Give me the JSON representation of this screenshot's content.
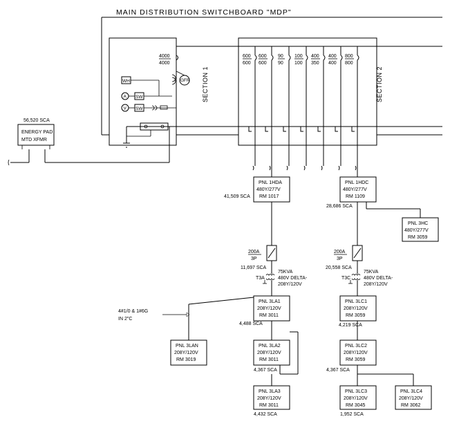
{
  "title": "MAIN DISTRIBUTION SWITCHBOARD \"MDP\"",
  "section1_label": "SECTION 1",
  "section2_label": "SECTION 2",
  "main_breaker": {
    "top": "4000",
    "bottom": "4000"
  },
  "gfr": "GFR",
  "meters": {
    "wh": "WH",
    "a": "A",
    "v": "V",
    "sw": "SW"
  },
  "transformer": {
    "sca": "56,520 SCA",
    "line1": "ENERGY PAD",
    "line2": "MTD XFMR"
  },
  "feeder_breakers": [
    {
      "top": "600",
      "bottom": "600"
    },
    {
      "top": "600",
      "bottom": "600"
    },
    {
      "top": "90",
      "bottom": "90"
    },
    {
      "top": "100",
      "bottom": "100"
    },
    {
      "top": "400",
      "bottom": "350"
    },
    {
      "top": "400",
      "bottom": "400"
    },
    {
      "top": "800",
      "bottom": "800"
    }
  ],
  "panels": {
    "p1hda": {
      "name": "PNL 1HDA",
      "volt": "480Y/277V",
      "room": "RM 1017",
      "sca": "41,509 SCA"
    },
    "p1hdc": {
      "name": "PNL 1HDC",
      "volt": "480Y/277V",
      "room": "RM 1109",
      "sca": "28,686 SCA"
    },
    "p3hc": {
      "name": "PNL 3HC",
      "volt": "480Y/277V",
      "room": "RM 3059"
    },
    "p3la1": {
      "name": "PNL 3LA1",
      "volt": "208Y/120V",
      "room": "RM 3011",
      "sca": "4,488 SCA"
    },
    "p3la2": {
      "name": "PNL 3LA2",
      "volt": "208Y/120V",
      "room": "RM 3011",
      "sca": "4,367 SCA"
    },
    "p3la3": {
      "name": "PNL 3LA3",
      "volt": "208Y/120V",
      "room": "RM 3011",
      "sca": "4,432 SCA"
    },
    "p3lan": {
      "name": "PNL 3LAN",
      "volt": "208Y/120V",
      "room": "RM 3019"
    },
    "p3lc1": {
      "name": "PNL 3LC1",
      "volt": "208Y/120V",
      "room": "RM 3059",
      "sca": "4,219 SCA"
    },
    "p3lc2": {
      "name": "PNL 3LC2",
      "volt": "208Y/120V",
      "room": "RM 3059",
      "sca": "4,367 SCA"
    },
    "p3lc3": {
      "name": "PNL 3LC3",
      "volt": "208Y/120V",
      "room": "RM 3045",
      "sca": "1,952 SCA"
    },
    "p3lc4": {
      "name": "PNL 3LC4",
      "volt": "208Y/120V",
      "room": "RM 3062"
    }
  },
  "branch_a": {
    "breaker": "200A",
    "poles": "3P",
    "sca": "11,697 SCA",
    "xfmr_id": "T3A",
    "kva": "75KVA",
    "pri": "480V DELTA-",
    "sec": "208Y/120V"
  },
  "branch_c": {
    "breaker": "200A",
    "poles": "3P",
    "sca": "20,558 SCA",
    "xfmr_id": "T3C",
    "kva": "75KVA",
    "pri": "480V DELTA-",
    "sec": "208Y/120V"
  },
  "conduit_note": {
    "line1": "4#1/0 & 1#6G",
    "line2": "IN 2\"C"
  }
}
